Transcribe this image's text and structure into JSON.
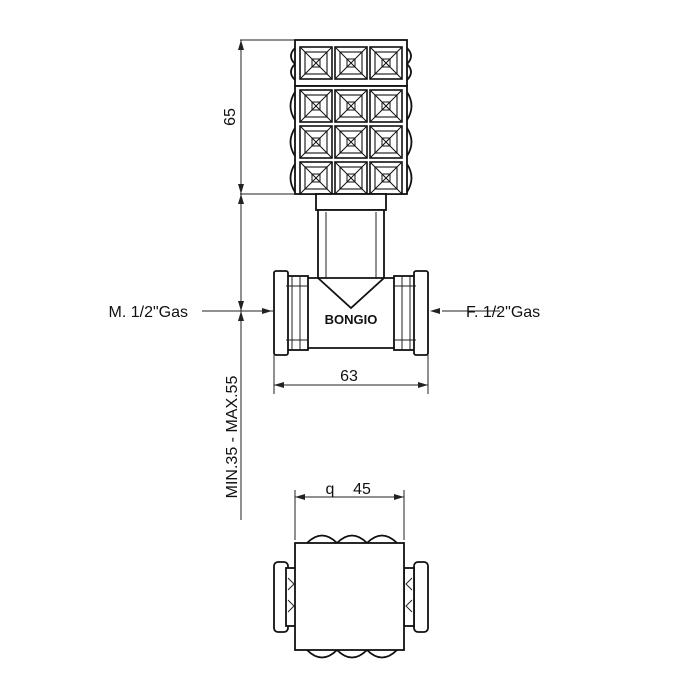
{
  "dimensions": {
    "knob_height": "65",
    "body_width": "63",
    "stem_range": "MIN.35 - MAX.55",
    "square_side_prefix": "q",
    "square_side": "45"
  },
  "connections": {
    "male": "M. 1/2\"Gas",
    "female": "F. 1/2\"Gas"
  },
  "brand": "BONGIO"
}
